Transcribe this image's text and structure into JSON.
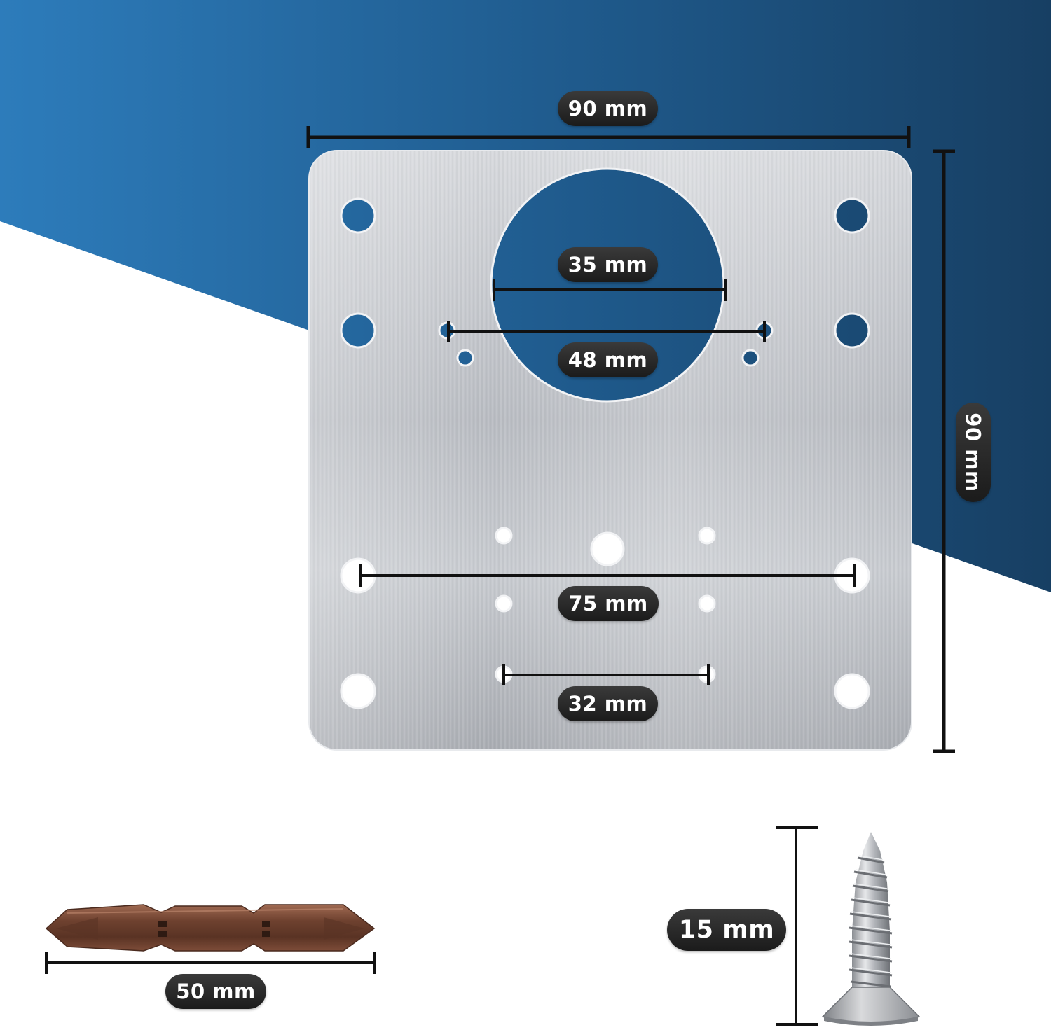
{
  "colors": {
    "blue_light": "#2c7ab8",
    "blue_dark": "#1a4468",
    "steel": "#c4c7cc",
    "bit_bronze": "#7a4a35",
    "pill_bg": "#222222",
    "line": "#111111"
  },
  "labels": {
    "plate_width": "90 mm",
    "plate_height": "90 mm",
    "center_hole": "35 mm",
    "upper_spacing": "48 mm",
    "lower_spacing": "75 mm",
    "bottom_spacing": "32 mm",
    "bit_length": "50 mm",
    "screw_length": "15 mm"
  },
  "icons": {
    "plate": "hinge-repair-plate-icon",
    "bit": "screwdriver-bit-icon",
    "screw": "wood-screw-icon"
  }
}
